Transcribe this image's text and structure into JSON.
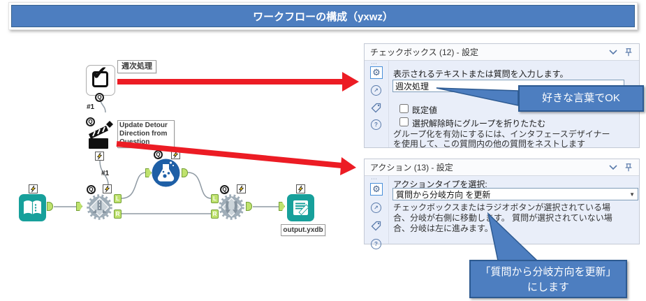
{
  "title_bar": {
    "title": "ワークフローの構成（yxwz）"
  },
  "canvas": {
    "tools": {
      "checkbox": {
        "annotation": "週次処理"
      },
      "action": {
        "annotation": "Update Detour Direction from Question"
      },
      "output": {
        "annotation": "output.yxdb"
      }
    },
    "connections": {
      "c1": "#1",
      "c2": "#1"
    },
    "anchors": {
      "q": "Q",
      "l": "L",
      "r": "R"
    }
  },
  "panel_checkbox": {
    "title": "チェックボックス (12) - 設定",
    "prompt_label": "表示されるテキストまたは質問を入力します。",
    "prompt_value": "週次処理",
    "default_checkbox_label": "既定値",
    "collapse_checkbox_label": "選択解除時にグループを折りたたむ",
    "note_lines": [
      "グループ化を有効にするには、インタフェースデザイナー",
      "を使用して、この質問内の他の質問をネストします"
    ]
  },
  "panel_action": {
    "title": "アクション (13) - 設定",
    "action_type_label": "アクションタイプを選択:",
    "action_type_value": "質問から分岐方向 を更新",
    "note_lines": [
      "チェックボックスまたはラジオボタンが選択されている場",
      "合、分岐が右側に移動します。 質問が選択されていない場",
      "合、分岐は左に進みます。"
    ]
  },
  "callouts": {
    "checkbox_tip": "好きな言葉でOK",
    "action_tip_lines": [
      "「質問から分岐方向を更新」",
      "にします"
    ]
  },
  "colors": {
    "title_blue": "#4d7ec0",
    "callout_blue": "#4d7ec0",
    "callout_border": "#2d5a91",
    "arrow_red": "#ec1c24",
    "tool_teal": "#17a09b",
    "tool_gray": "#9fadb8",
    "flask_blue": "#1e5fa6",
    "anchor_green": "#bfe26e",
    "panel_body": "#e9eef9"
  }
}
